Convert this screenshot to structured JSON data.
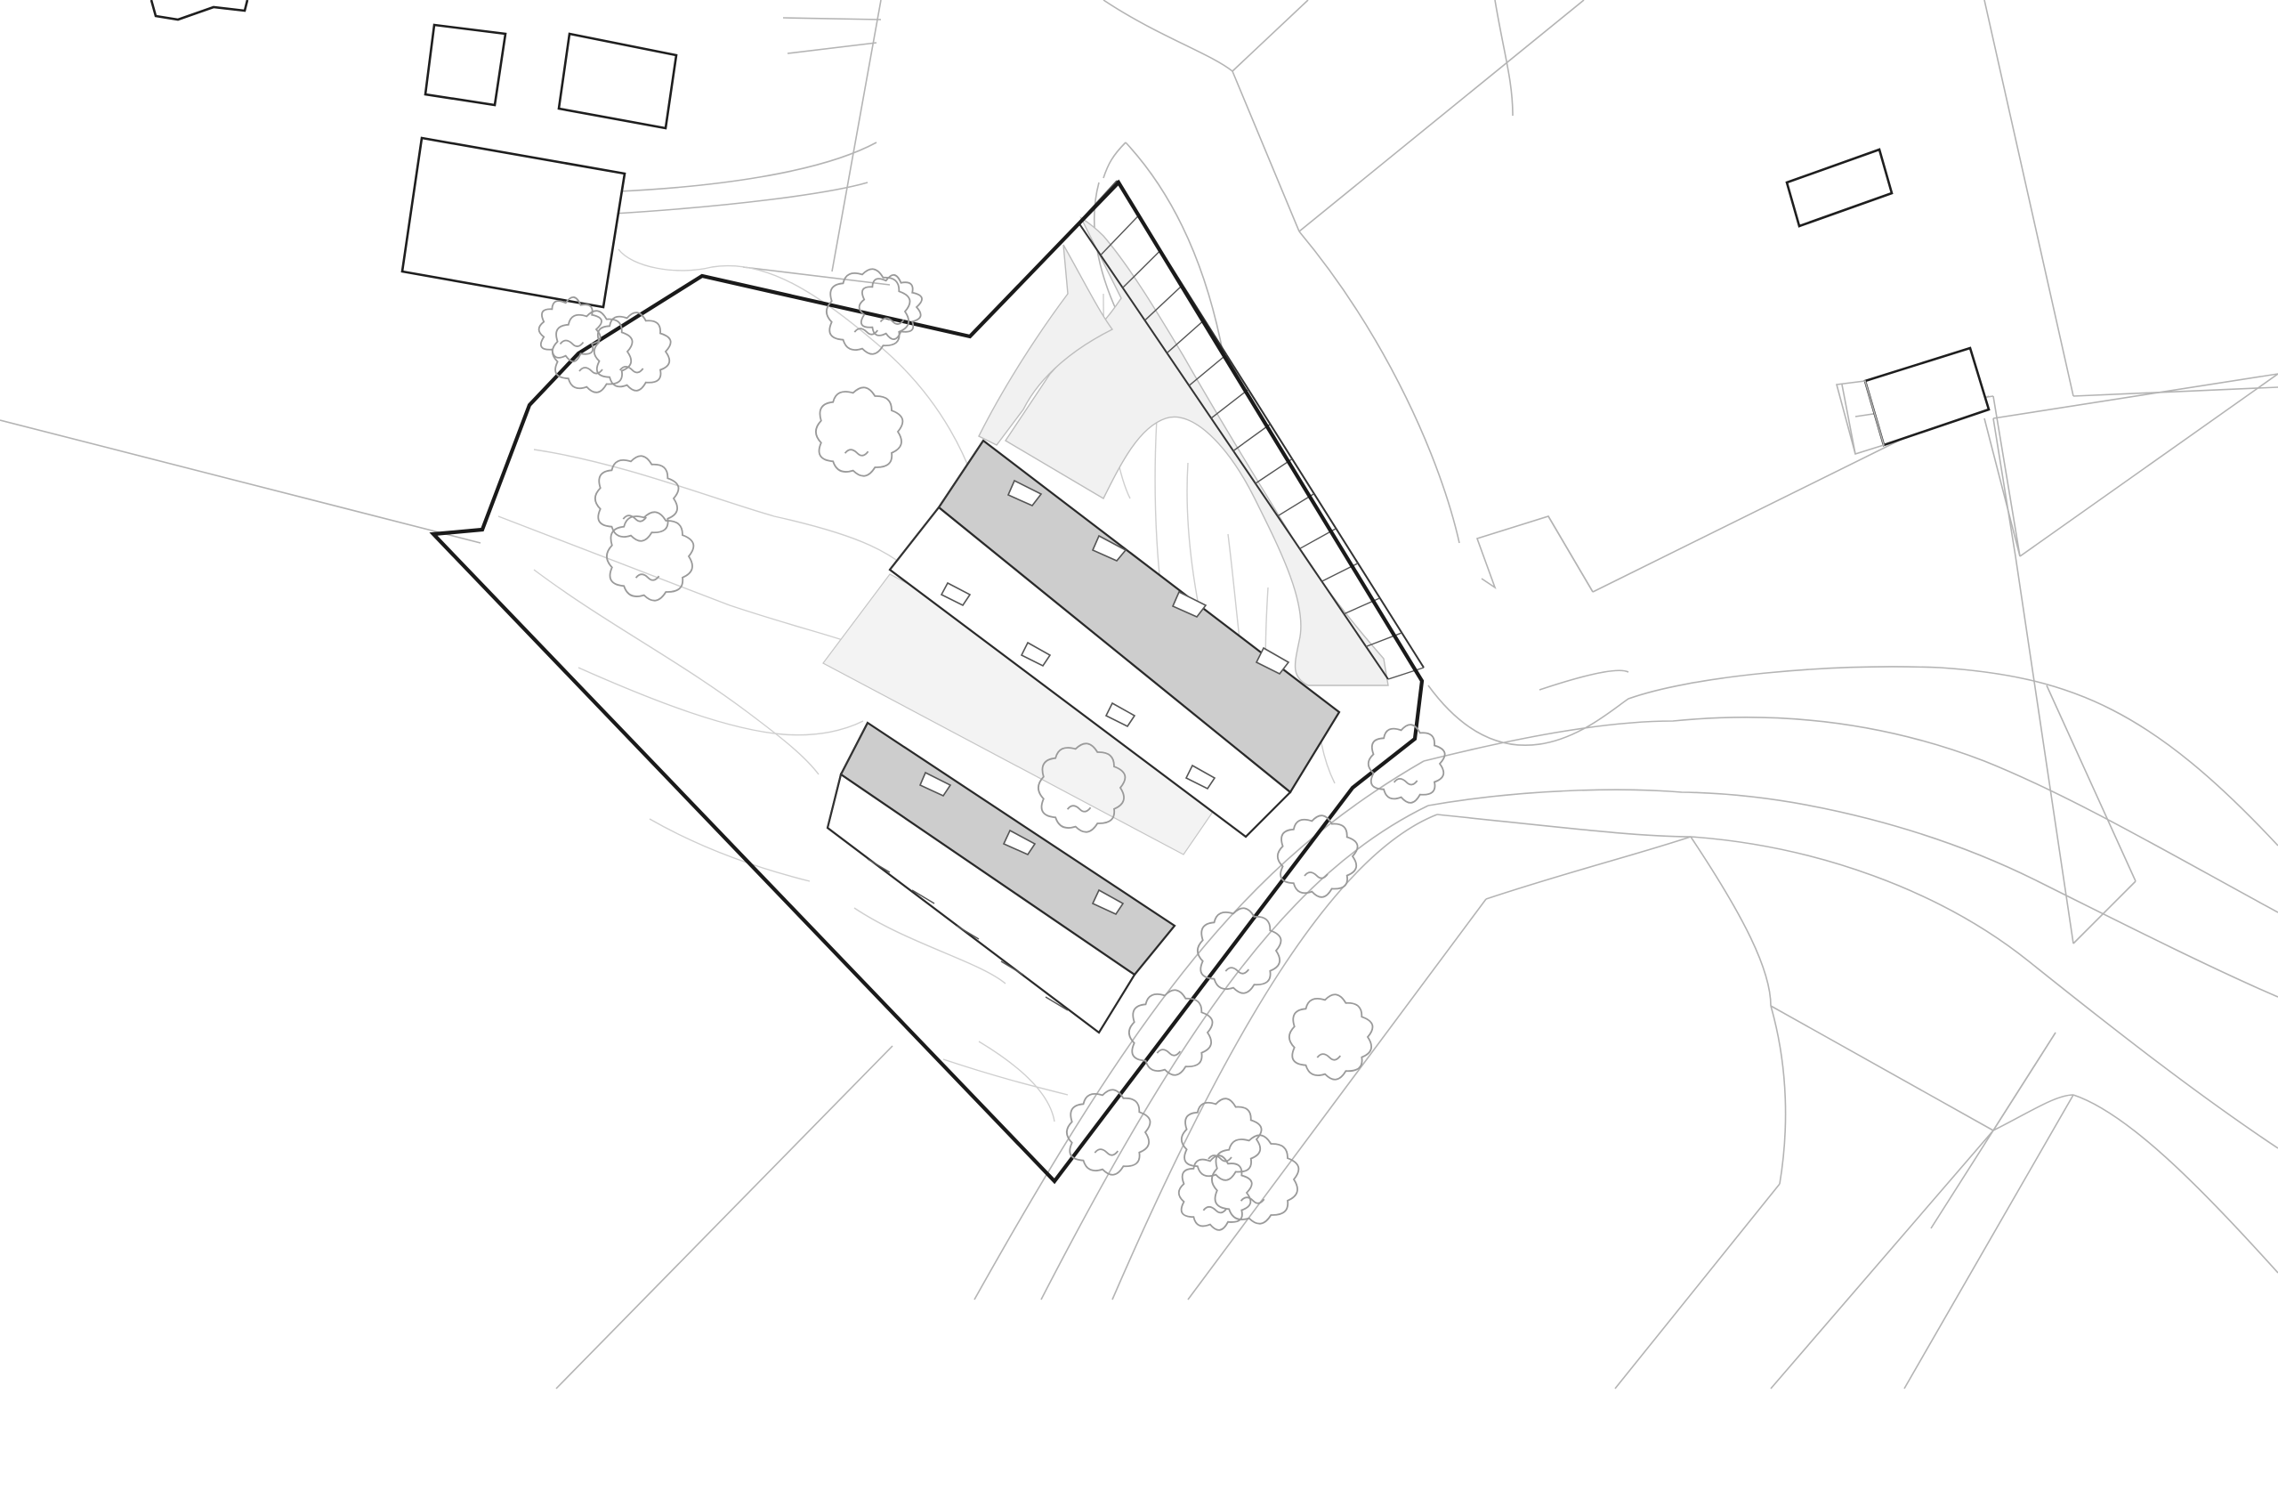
{
  "drawing": {
    "kind": "site-plan",
    "labels": []
  },
  "colors": {
    "background": "#ffffff",
    "line_thin": "#b4b4b4",
    "line_bold": "#1a1a1a",
    "roof_fill": "#cdcdcd",
    "paving_fill": "#f1f1f1",
    "tree_outline": "#9a9a9a"
  },
  "elements": {
    "trees": 18,
    "neighbour_buildings": 6,
    "row_houses": 2,
    "parking_bays": 14
  }
}
